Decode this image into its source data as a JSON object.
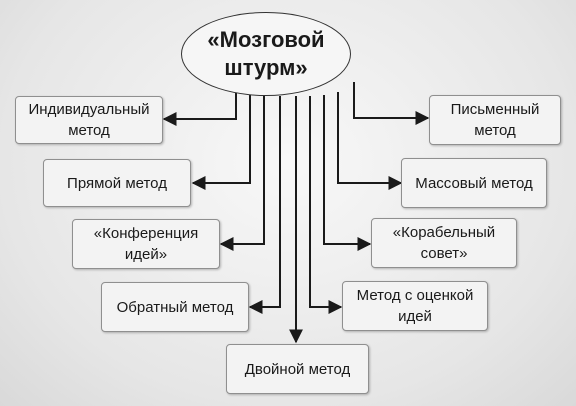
{
  "center": {
    "title": "«Мозговой\nштурм»"
  },
  "methods": {
    "individual": "Индивидуальный метод",
    "direct": "Прямой метод",
    "conference": "«Конференция идей»",
    "reverse": "Обратный метод",
    "double": "Двойной метод",
    "written": "Письменный метод",
    "mass": "Массовый метод",
    "ship_council": "«Корабельный совет»",
    "evaluation": "Метод с оценкой идей"
  },
  "colors": {
    "line": "#1a1a1a",
    "box_fill": "#f3f3f3",
    "box_border": "#8f8f8f"
  }
}
